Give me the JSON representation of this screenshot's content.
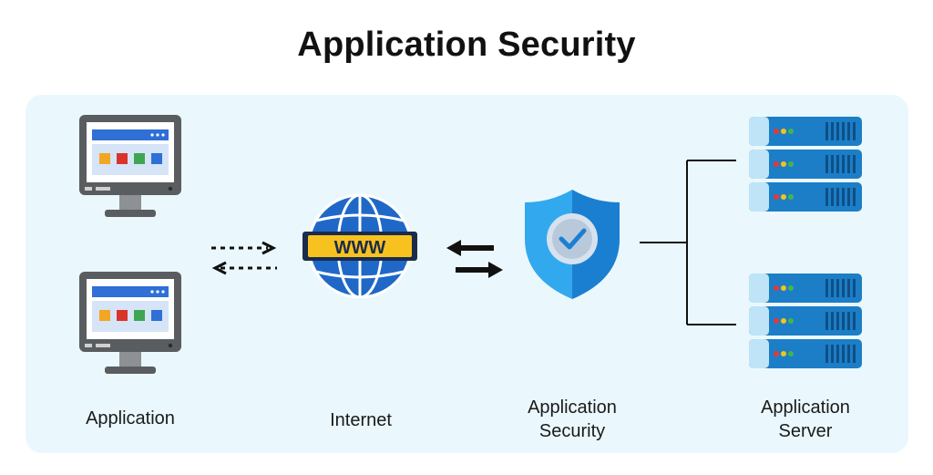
{
  "title": "Application Security",
  "labels": {
    "application": "Application",
    "internet": "Internet",
    "security_line1": "Application",
    "security_line2": "Security",
    "server_line1": "Application",
    "server_line2": "Server"
  },
  "globe_text": "WWW",
  "icons": {
    "monitor": "monitor-icon",
    "globe": "globe-www-icon",
    "shield": "shield-check-icon",
    "server": "server-rack-icon",
    "arrows_dashed": "bidirectional-dashed-arrows-icon",
    "arrows_solid": "bidirectional-solid-arrows-icon"
  },
  "colors": {
    "panel_bg": "#eaf8fd",
    "monitor_frame": "#5a5d60",
    "screen_blue": "#2f6fd6",
    "globe_blue": "#1f68c8",
    "globe_band": "#f7c21f",
    "shield_light": "#32a9ee",
    "shield_dark": "#1b7fd1",
    "server_blue": "#1c7ec6"
  }
}
